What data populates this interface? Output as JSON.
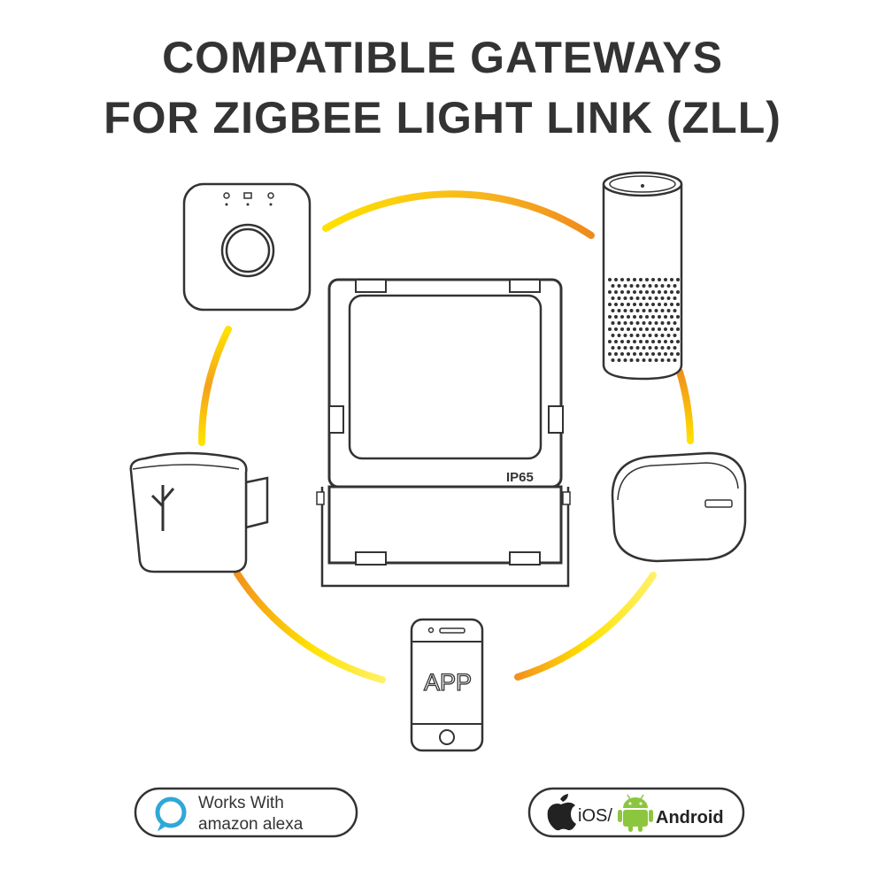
{
  "title": {
    "line1": "COMPATIBLE GATEWAYS",
    "line2": "FOR ZIGBEE LIGHT LINK (ZLL)"
  },
  "floodlight": {
    "rating": "IP65"
  },
  "phone": {
    "label": "APP"
  },
  "badges": {
    "alexa": {
      "line1": "Works With",
      "line2": "amazon alexa",
      "icon": "alexa-ring-icon"
    },
    "platforms": {
      "ios": "iOS/",
      "android": "Android",
      "icons": [
        "apple-icon",
        "android-icon"
      ]
    }
  },
  "colors": {
    "arc_orange": "#f39a1e",
    "arc_yellow": "#ffe100",
    "text": "#333333",
    "alexa_blue": "#2fa8d8",
    "android_green": "#8cc63f"
  }
}
